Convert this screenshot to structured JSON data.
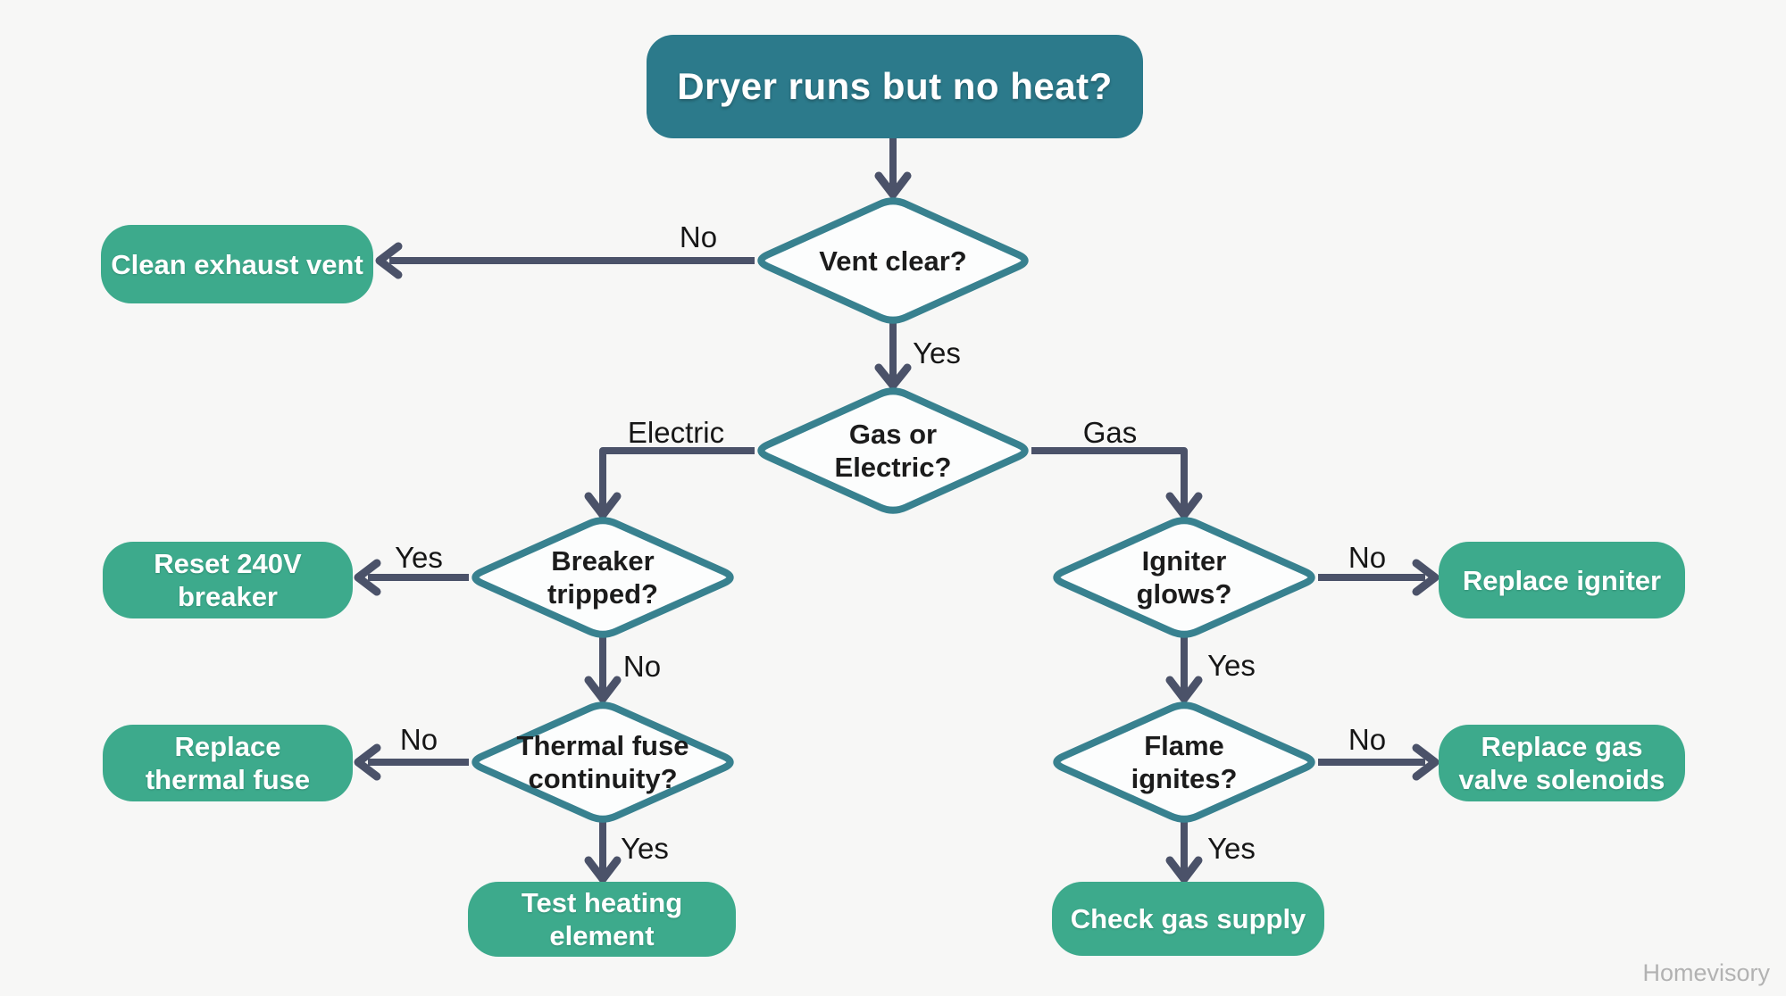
{
  "colors": {
    "background": "#f7f7f6",
    "start_fill": "#2c7a8b",
    "action_fill": "#3daa8c",
    "decision_border": "#38818f",
    "arrow": "#4b5269",
    "label_text": "#161616",
    "node_text": "#ffffff",
    "watermark_text": "#b2b2b2"
  },
  "nodes": {
    "start": {
      "line1": "Dryer runs but no heat?"
    },
    "vent": {
      "line1": "Vent clear?"
    },
    "gas_or_electric": {
      "line1": "Gas or",
      "line2": "Electric?"
    },
    "breaker": {
      "line1": "Breaker",
      "line2": "tripped?"
    },
    "thermal": {
      "line1": "Thermal fuse",
      "line2": "continuity?"
    },
    "igniter": {
      "line1": "Igniter",
      "line2": "glows?"
    },
    "flame": {
      "line1": "Flame",
      "line2": "ignites?"
    },
    "clean_vent": {
      "line1": "Clean exhaust vent"
    },
    "reset_breaker": {
      "line1": "Reset 240V",
      "line2": "breaker"
    },
    "replace_thermal": {
      "line1": "Replace",
      "line2": "thermal fuse"
    },
    "test_heating": {
      "line1": "Test heating",
      "line2": "element"
    },
    "replace_igniter": {
      "line1": "Replace igniter"
    },
    "replace_gas_valve": {
      "line1": "Replace gas",
      "line2": "valve solenoids"
    },
    "check_gas": {
      "line1": "Check gas supply"
    }
  },
  "edges": [
    {
      "from": "start",
      "to": "vent_clear",
      "label": ""
    },
    {
      "from": "vent_clear",
      "to": "clean_exhaust_vent",
      "label": "No"
    },
    {
      "from": "vent_clear",
      "to": "gas_or_electric",
      "label": "Yes"
    },
    {
      "from": "gas_or_electric",
      "to": "breaker_tripped",
      "label": "Electric"
    },
    {
      "from": "gas_or_electric",
      "to": "igniter_glows",
      "label": "Gas"
    },
    {
      "from": "breaker_tripped",
      "to": "reset_240v_breaker",
      "label": "Yes"
    },
    {
      "from": "breaker_tripped",
      "to": "thermal_fuse_continuity",
      "label": "No"
    },
    {
      "from": "thermal_fuse_continuity",
      "to": "replace_thermal_fuse",
      "label": "No"
    },
    {
      "from": "thermal_fuse_continuity",
      "to": "test_heating_element",
      "label": "Yes"
    },
    {
      "from": "igniter_glows",
      "to": "replace_igniter",
      "label": "No"
    },
    {
      "from": "igniter_glows",
      "to": "flame_ignites",
      "label": "Yes"
    },
    {
      "from": "flame_ignites",
      "to": "replace_gas_valve_solenoids",
      "label": "No"
    },
    {
      "from": "flame_ignites",
      "to": "check_gas_supply",
      "label": "Yes"
    }
  ],
  "watermark": "Homevisory"
}
